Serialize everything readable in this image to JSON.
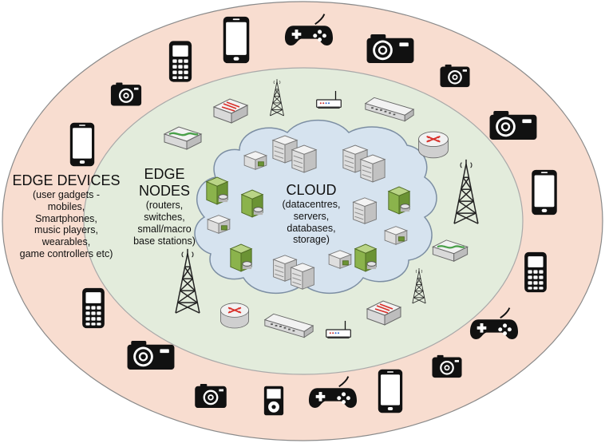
{
  "colors": {
    "outer_ring": "#f8ddd0",
    "outer_ring_stroke": "#8a8a8a",
    "middle_ring": "#e3ecdc",
    "middle_ring_stroke": "#a9a9a9",
    "cloud_fill": "#d6e3ef",
    "cloud_stroke": "#7c8ea3",
    "server_green": "#8bb34c",
    "router_red": "#d8302a"
  },
  "edge_devices": {
    "title": "EDGE DEVICES",
    "desc_lines": [
      "(user gadgets -",
      "mobiles,",
      "Smartphones,",
      "music players,",
      "wearables,",
      "game controllers etc)"
    ]
  },
  "edge_nodes": {
    "title_lines": [
      "EDGE",
      "NODES"
    ],
    "desc_lines": [
      "(routers,",
      "switches,",
      "small/macro",
      "base stations)"
    ]
  },
  "cloud": {
    "title": "CLOUD",
    "desc_lines": [
      "(datacentres,",
      "servers,",
      "databases,",
      "storage)"
    ]
  },
  "icons": {
    "device_icons": [
      "smartphone-icon",
      "feature-phone-icon",
      "camera-icon",
      "compact-camera-icon",
      "gamepad-icon",
      "music-player-icon"
    ],
    "node_icons": [
      "router-icon",
      "switch-icon",
      "access-point-icon",
      "cell-tower-icon"
    ],
    "cloud_icons": [
      "server-rack-icon",
      "database-server-icon",
      "storage-box-icon"
    ]
  }
}
